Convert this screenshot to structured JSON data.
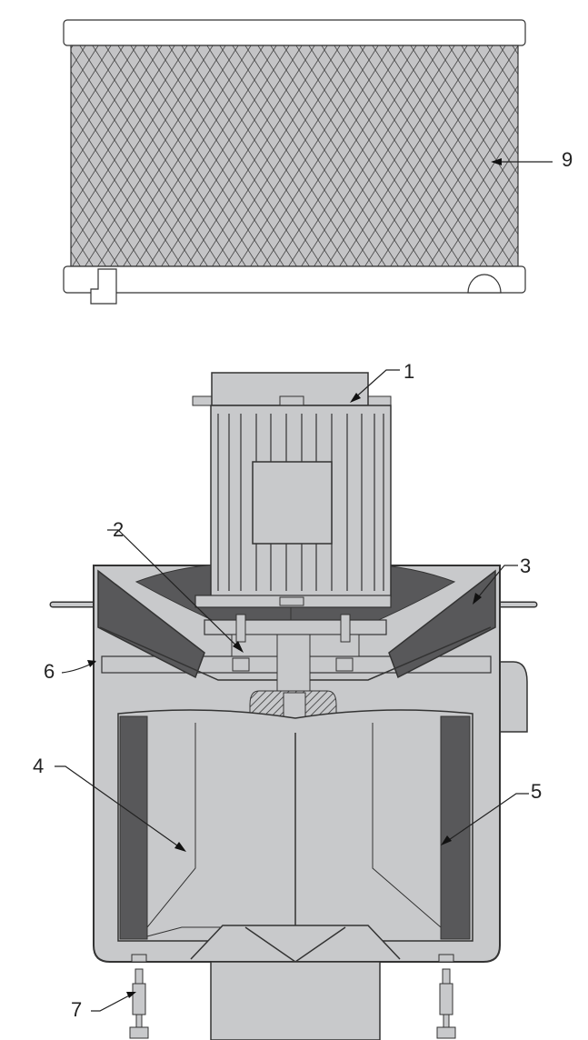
{
  "colors": {
    "body": "#c8c9cb",
    "dark": "#58585a",
    "line": "#333333",
    "mesh": "#b9b9bb"
  },
  "callouts": {
    "filter": "9",
    "motor": "1",
    "mount": "2",
    "cone": "3",
    "seal": "6",
    "drum": "4",
    "liner": "5",
    "foot": "7"
  }
}
